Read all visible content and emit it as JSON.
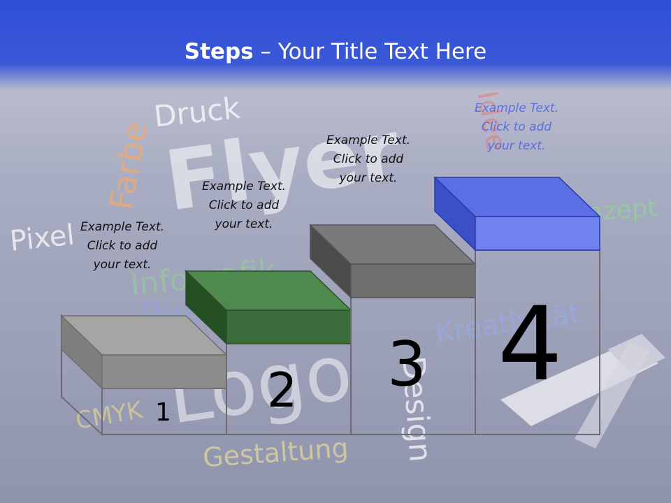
{
  "title": {
    "bold": "Steps",
    "rest": " – Your Title Text Here"
  },
  "background_words": [
    "Druck",
    "Farbe",
    "Pixel",
    "Flyer",
    "Infografik",
    "Logo",
    "CMYK",
    "Gestaltung",
    "Design",
    "Kreativität",
    "Idee",
    "Konzept",
    "Publikation"
  ],
  "steps": [
    {
      "number": "1",
      "text": [
        "Example Text.",
        "Click  to add",
        "your text."
      ]
    },
    {
      "number": "2",
      "text": [
        "Example Text.",
        "Click  to add",
        "your text."
      ]
    },
    {
      "number": "3",
      "text": [
        "Example Text.",
        "Click  to add",
        "your text."
      ]
    },
    {
      "number": "4",
      "text": [
        "Example Text.",
        "Click  to add",
        "your text."
      ]
    }
  ],
  "colors": {
    "header": "#2f4fd8",
    "block1": "#8c8c8c",
    "block2": "#3c6b3c",
    "block3": "#6f6f6f",
    "block4": "#5a6ee6"
  }
}
